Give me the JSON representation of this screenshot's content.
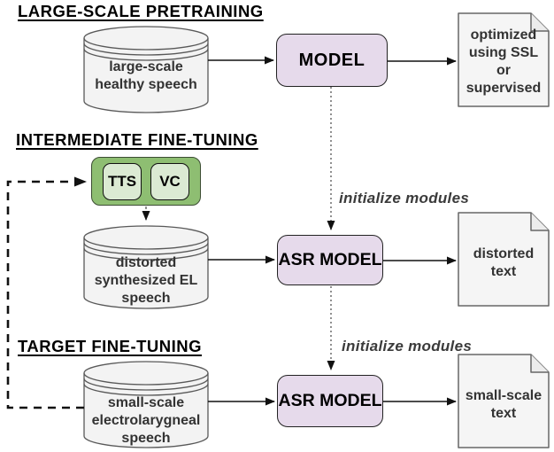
{
  "sections": {
    "pretraining": {
      "title": "LARGE-SCALE PRETRAINING",
      "dataset_lines": [
        "large-scale",
        "healthy speech"
      ],
      "model_label": "MODEL",
      "output_lines": [
        "optimized",
        "using SSL",
        "or",
        "supervised"
      ]
    },
    "intermediate": {
      "title": "INTERMEDIATE FINE-TUNING",
      "init_label": "initialize modules",
      "tts_label": "TTS",
      "vc_label": "VC",
      "dataset_lines": [
        "distorted",
        "synthesized EL",
        "speech"
      ],
      "model_label": "ASR MODEL",
      "output_lines": [
        "distorted",
        "text"
      ]
    },
    "target": {
      "title": "TARGET FINE-TUNING",
      "init_label": "initialize modules",
      "dataset_lines": [
        "small-scale",
        "electrolarygneal",
        "speech"
      ],
      "model_label": "ASR MODEL",
      "output_lines": [
        "small-scale",
        "text"
      ]
    }
  },
  "colors": {
    "model_box_fill": "#e6daeb",
    "synthesis_group_fill": "#8ebe72",
    "synthesis_module_fill": "#dbead3",
    "cylinder_fill": "#f3f3f3",
    "document_fill": "#f5f5f5",
    "arrow_color": "#111111",
    "dotted_line_color": "#555555",
    "dashed_feedback_color": "#111111",
    "text_color": "#333333"
  }
}
